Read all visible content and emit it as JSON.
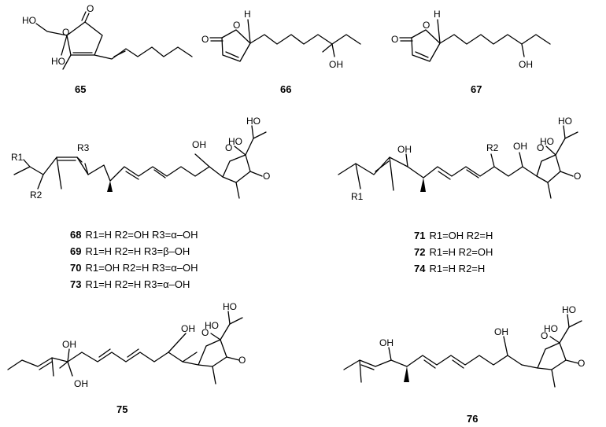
{
  "compounds": {
    "c65": "65",
    "c66": "66",
    "c67": "67",
    "c68": "68",
    "c69": "69",
    "c70": "70",
    "c73": "73",
    "c71": "71",
    "c72": "72",
    "c74": "74",
    "c75": "75",
    "c76": "76"
  },
  "atoms": {
    "O": "O",
    "OH": "OH",
    "HO": "HO",
    "H": "H",
    "R1": "R1",
    "R2": "R2",
    "R3": "R3"
  },
  "substituents": {
    "s68": "R1=H R2=OH R3=α–OH",
    "s69": "R1=H R2=H R3=β–OH",
    "s70": "R1=OH R2=H R3=α–OH",
    "s73": "R1=H R2=H R3=α–OH",
    "s71": "R1=OH R2=H",
    "s72": "R1=H R2=OH",
    "s74": "R1=H R2=H"
  }
}
